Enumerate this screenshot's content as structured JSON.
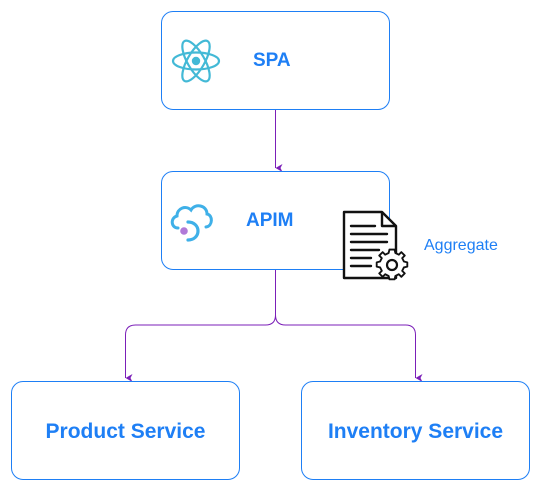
{
  "diagram": {
    "nodes": [
      {
        "id": "spa",
        "label": "SPA",
        "icon": "react-icon"
      },
      {
        "id": "apim",
        "label": "APIM",
        "icon": "api-management-cloud-icon"
      },
      {
        "id": "product",
        "label": "Product Service"
      },
      {
        "id": "inventory",
        "label": "Inventory Service"
      }
    ],
    "edges": [
      {
        "from": "spa",
        "to": "apim"
      },
      {
        "from": "apim",
        "to": "product"
      },
      {
        "from": "apim",
        "to": "inventory"
      }
    ],
    "aggregate": {
      "label": "Aggregate",
      "icon": "document-gear-icon"
    }
  },
  "colors": {
    "node_border": "#1e7ff5",
    "label_text": "#1e7ff5",
    "edge": "#7b1fb8",
    "react_icon": "#43b9d6",
    "apim_cloud": "#3fb0e8",
    "apim_dot": "#b07ad8"
  }
}
